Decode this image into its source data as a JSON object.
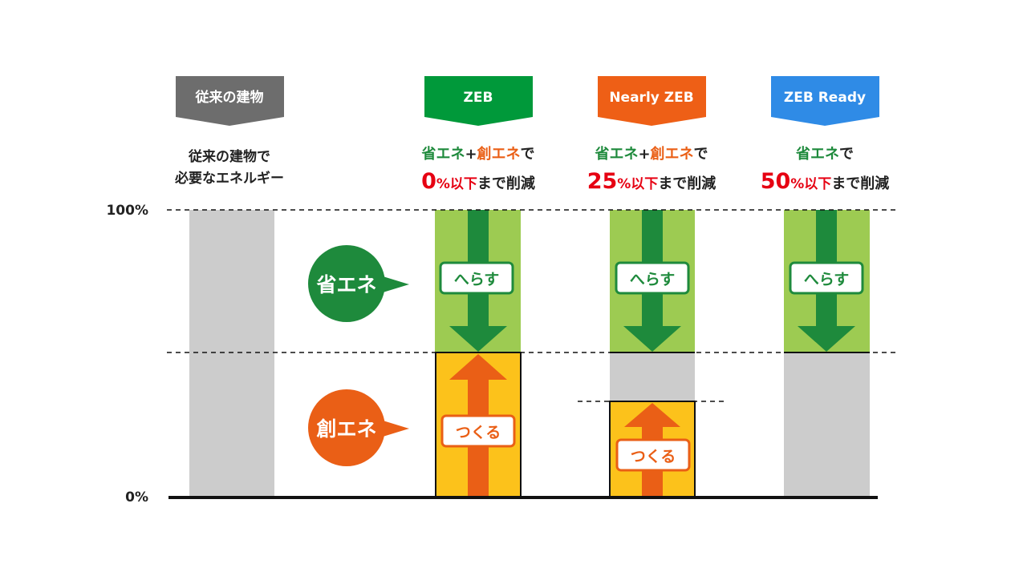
{
  "columns": [
    {
      "id": "conventional",
      "header": "従来の建物",
      "color": "#6d6d6d",
      "caption_line1": "従来の建物で",
      "caption_line2": "必要なエネルギー"
    },
    {
      "id": "zeb",
      "header": "ZEB",
      "color": "#00993a",
      "caption_save": "省エネ",
      "caption_plus": "+",
      "caption_create": "創エネ",
      "caption_de": "で",
      "caption_num": "0",
      "caption_pct": "%以下",
      "caption_rest": "まで削減"
    },
    {
      "id": "nearly-zeb",
      "header": "Nearly ZEB",
      "color": "#ee5f16",
      "caption_save": "省エネ",
      "caption_plus": "+",
      "caption_create": "創エネ",
      "caption_de": "で",
      "caption_num": "25",
      "caption_pct": "%以下",
      "caption_rest": "まで削減"
    },
    {
      "id": "zeb-ready",
      "header": "ZEB Ready",
      "color": "#2f8be6",
      "caption_save": "省エネ",
      "caption_de": "で",
      "caption_num": "50",
      "caption_pct": "%以下",
      "caption_rest": "まで削減"
    }
  ],
  "axis": {
    "top_label": "100%",
    "bottom_label": "0%"
  },
  "legend": {
    "save_label": "省エネ",
    "create_label": "創エネ"
  },
  "arrow_labels": {
    "reduce": "へらす",
    "create": "つくる"
  },
  "colors": {
    "saving_band": "#9dcb52",
    "saving_arrow": "#1e8a3c",
    "creation_fill": "#fcc21b",
    "creation_arrow": "#ea5f16",
    "consumption": "#cccccc",
    "baseline": "#111111"
  }
}
